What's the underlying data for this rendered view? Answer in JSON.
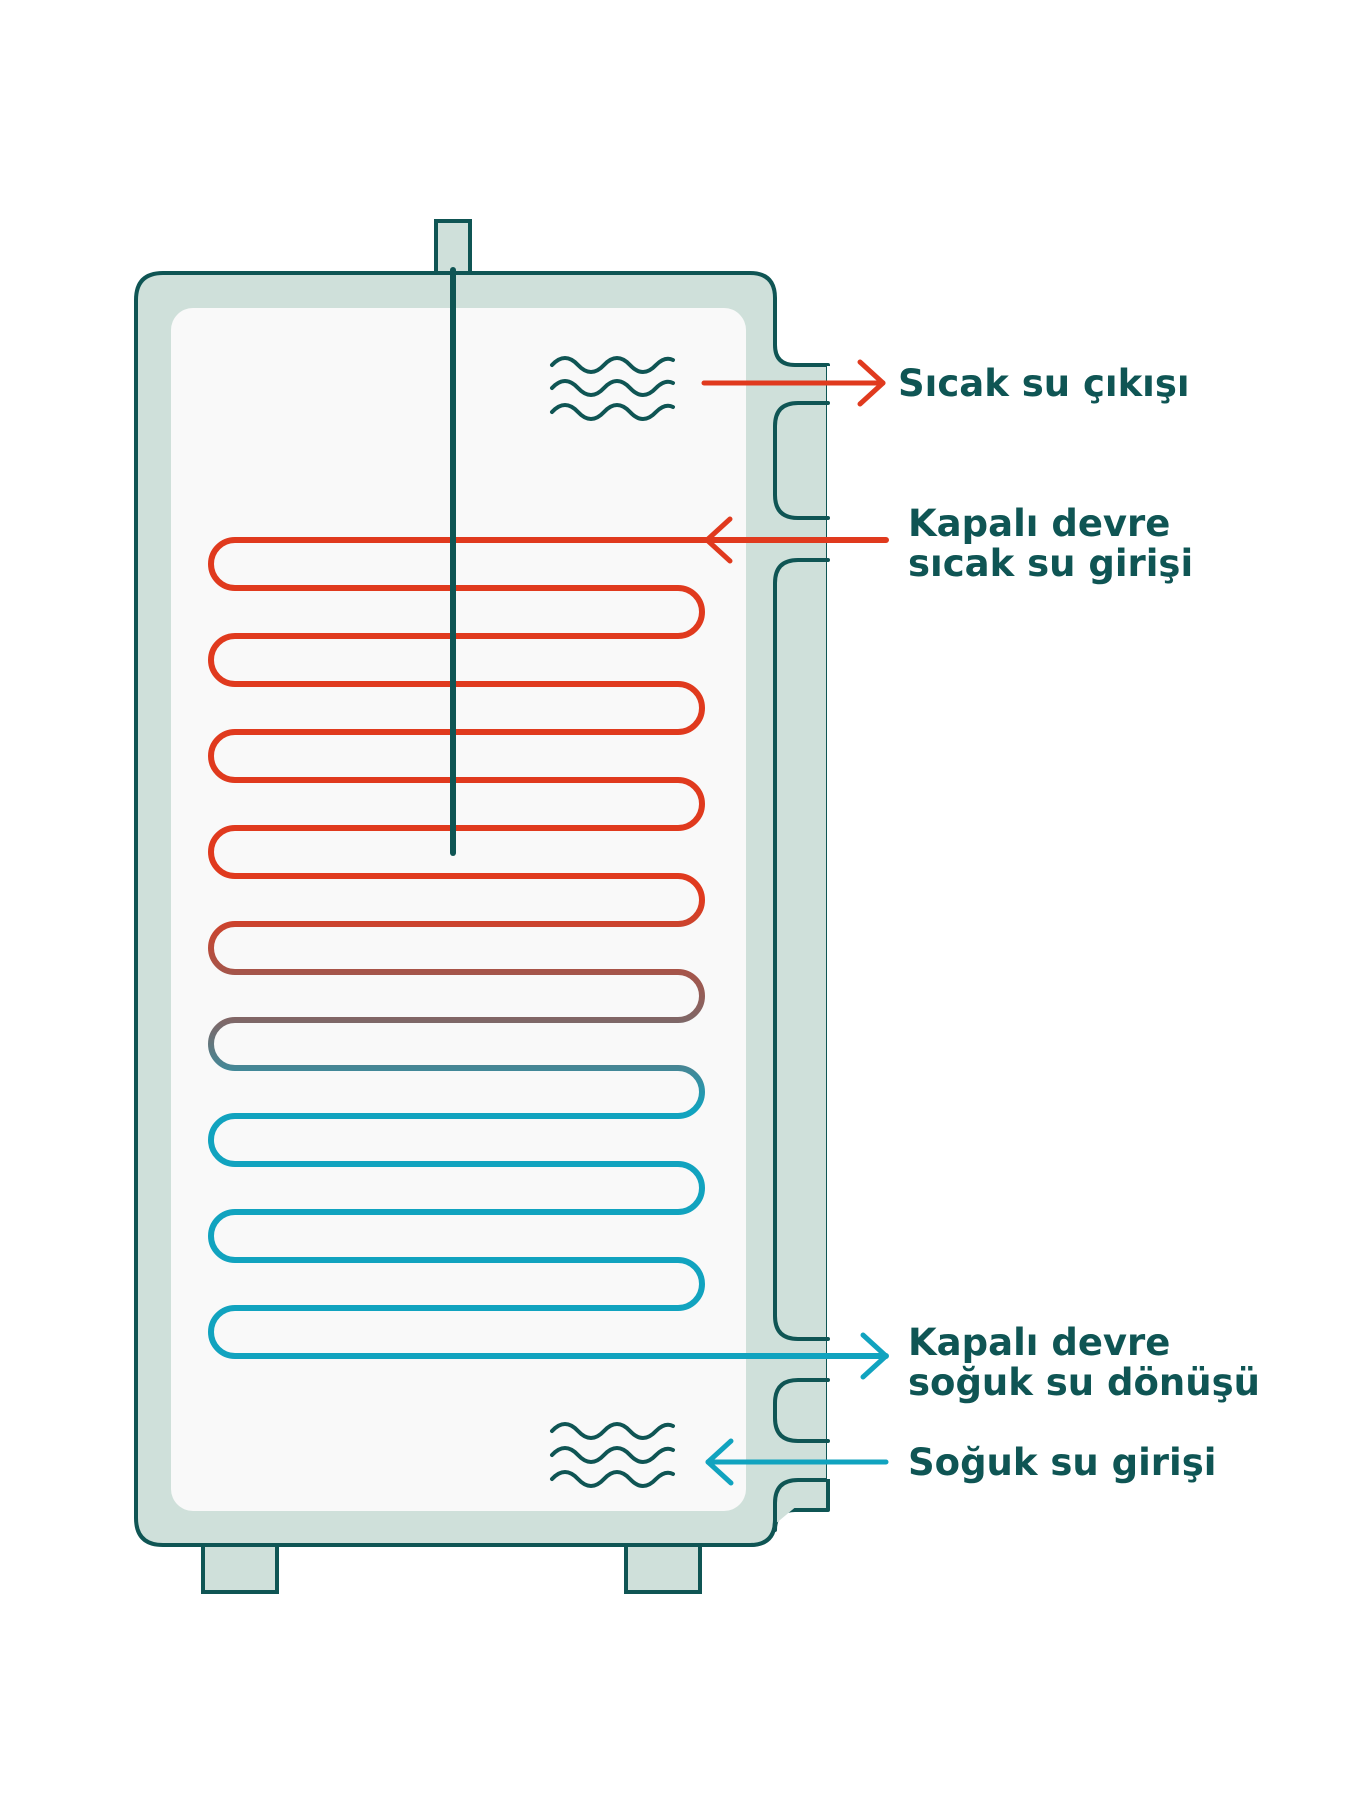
{
  "labels": {
    "hot_outlet": "Sıcak su çıkışı",
    "closed_loop_hot_inlet": [
      "Kapalı devre",
      "sıcak su girişi"
    ],
    "closed_loop_cold_return": [
      "Kapalı devre",
      "soğuk su dönüşü"
    ],
    "cold_inlet": "Soğuk su girişi"
  },
  "colors": {
    "outline": "#0f5554",
    "shell": "#cfe0da",
    "tank_interior": "#f9f9f9",
    "hot": "#e03a1e",
    "cold": "#11a3bf",
    "mid": "#7f6767"
  },
  "icons": [
    "water-waves-icon",
    "water-waves-icon",
    "arrow-right-icon",
    "arrow-left-icon"
  ]
}
